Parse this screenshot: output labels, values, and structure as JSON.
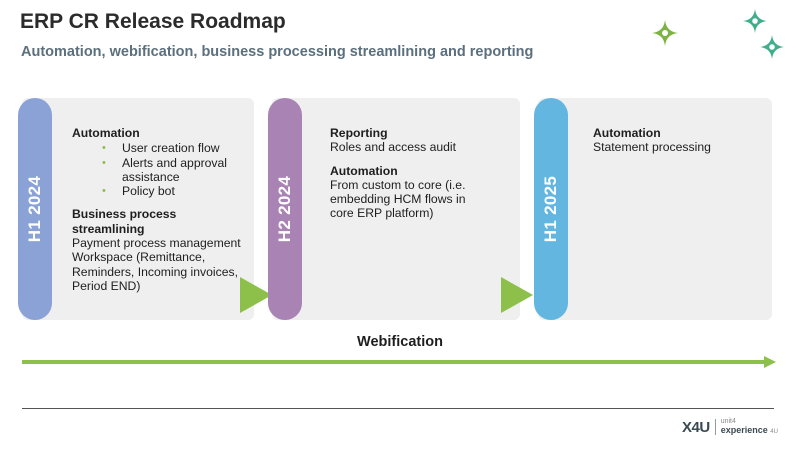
{
  "slide": {
    "title": "ERP CR Release Roadmap",
    "subtitle": "Automation, webification, business processing streamlining and reporting"
  },
  "phases": [
    {
      "label": "H1 2024",
      "color": "#8aa2d6",
      "sections": [
        {
          "heading": "Automation",
          "bullets": [
            "User creation flow",
            "Alerts and approval assistance",
            "Policy bot"
          ]
        },
        {
          "heading": "Business process streamlining",
          "text": "Payment process management Workspace (Remittance, Reminders, Incoming invoices, Period END)"
        }
      ]
    },
    {
      "label": "H2 2024",
      "color": "#a883b4",
      "sections": [
        {
          "heading": "Reporting",
          "text": "Roles and access audit"
        },
        {
          "heading": "Automation",
          "text": "From custom to core (i.e. embedding HCM flows in core ERP platform)"
        }
      ]
    },
    {
      "label": "H1 2025",
      "color": "#63b6e0",
      "sections": [
        {
          "heading": "Automation",
          "text": "Statement processing"
        }
      ]
    }
  ],
  "timeline": {
    "label": "Webification",
    "accent": "#8cc04a"
  },
  "logo": {
    "mark": "X4U",
    "line1": "unit4",
    "line2": "experience",
    "suffix": "4U"
  },
  "decorations": {
    "sparkle_colors": [
      "#7cb342",
      "#3fae8a",
      "#3fae8a"
    ]
  }
}
